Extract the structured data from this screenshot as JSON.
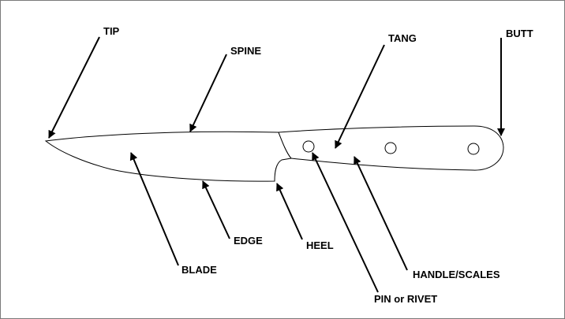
{
  "diagram": {
    "labels": {
      "tip": "TIP",
      "spine": "SPINE",
      "tang": "TANG",
      "butt": "BUTT",
      "blade": "BLADE",
      "edge": "EDGE",
      "heel": "HEEL",
      "handle_scales": "HANDLE/SCALES",
      "pin_or_rivet": "PIN or RIVET"
    },
    "colors": {
      "outline": "#000000",
      "background": "#ffffff",
      "frame": "#7a7a7a"
    }
  }
}
